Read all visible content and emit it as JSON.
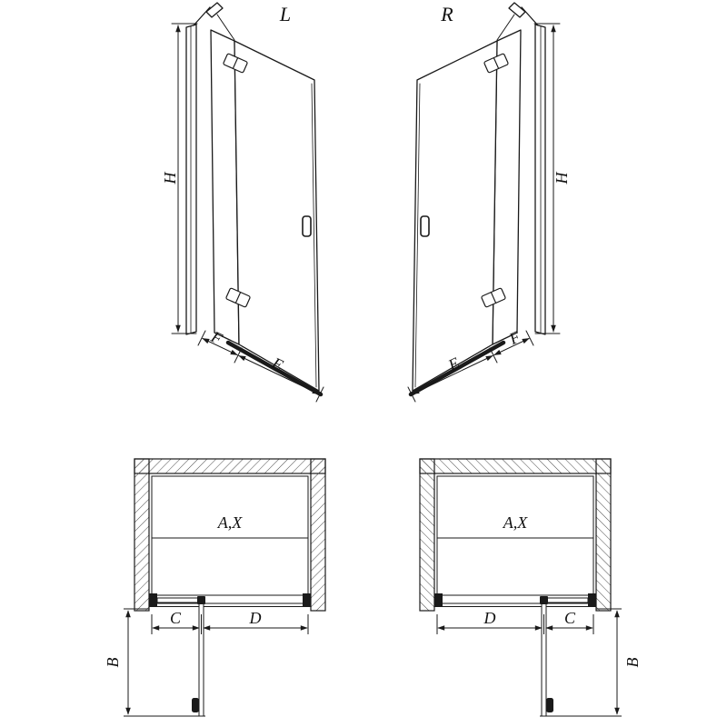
{
  "canvas": {
    "background": "#ffffff",
    "line_color": "#1a1a1a"
  },
  "elevations": {
    "left": {
      "view_label": "L",
      "height": "H",
      "fixed_panel_width": "F",
      "door_width": "E"
    },
    "right": {
      "view_label": "R",
      "height": "H",
      "fixed_panel_width": "F",
      "door_width": "E"
    }
  },
  "plans": {
    "left": {
      "opening": "A,X",
      "segment_near_wall": "C",
      "door_segment": "D",
      "door_projection": "B"
    },
    "right": {
      "opening": "A,X",
      "segment_near_wall": "C",
      "door_segment": "D",
      "door_projection": "B"
    }
  }
}
